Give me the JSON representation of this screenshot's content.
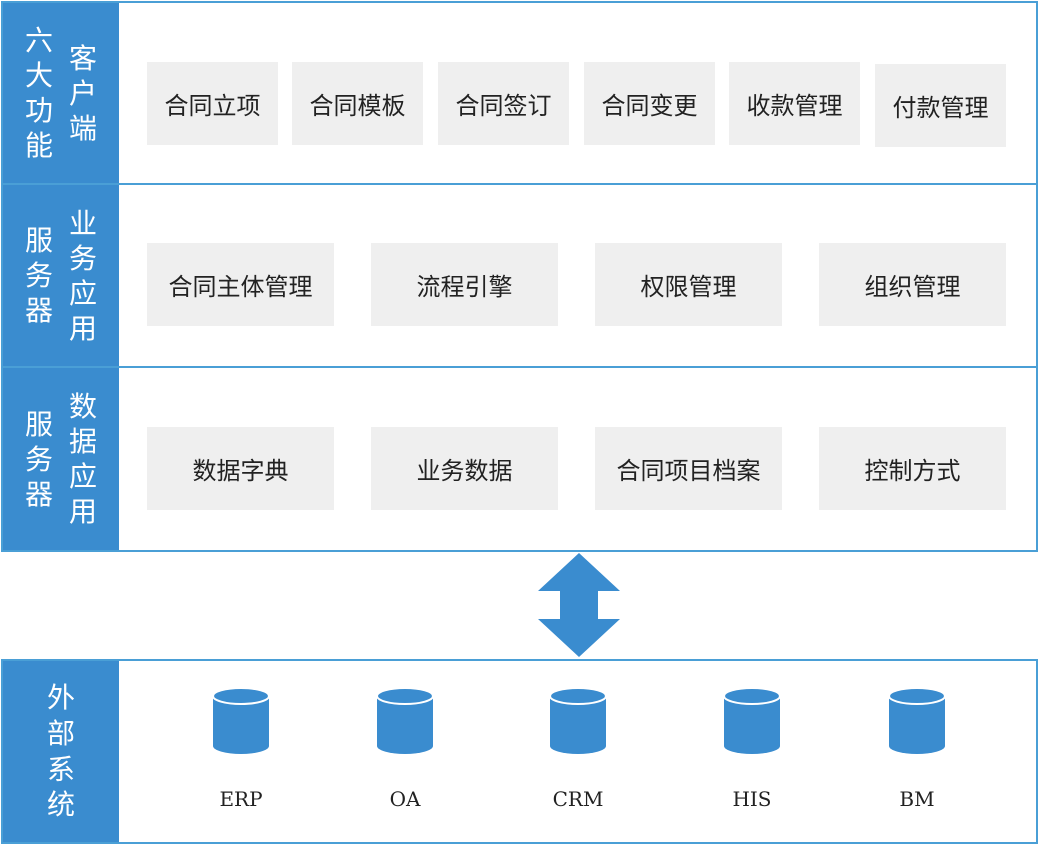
{
  "layers": {
    "client": {
      "label_left": [
        "六",
        "大",
        "功",
        "能"
      ],
      "label_right": [
        "客",
        "户",
        "端"
      ],
      "items": [
        "合同立项",
        "合同模板",
        "合同签订",
        "合同变更",
        "收款管理",
        "付款管理"
      ]
    },
    "business": {
      "label_left": [
        "服",
        "务",
        "器"
      ],
      "label_right": [
        "业",
        "务",
        "应",
        "用"
      ],
      "items": [
        "合同主体管理",
        "流程引擎",
        "权限管理",
        "组织管理"
      ]
    },
    "data": {
      "label_left": [
        "服",
        "务",
        "器"
      ],
      "label_right": [
        "数",
        "据",
        "应",
        "用"
      ],
      "items": [
        "数据字典",
        "业务数据",
        "合同项目档案",
        "控制方式"
      ]
    },
    "external": {
      "label": [
        "外",
        "部",
        "系",
        "统"
      ],
      "systems": [
        "ERP",
        "OA",
        "CRM",
        "HIS",
        "BM"
      ]
    }
  },
  "colors": {
    "accent": "#3a8ccf",
    "border": "#4a9fd6",
    "box": "#efefef"
  },
  "icons": {
    "arrow": "double-vertical-arrow-icon",
    "database": "database-icon"
  }
}
